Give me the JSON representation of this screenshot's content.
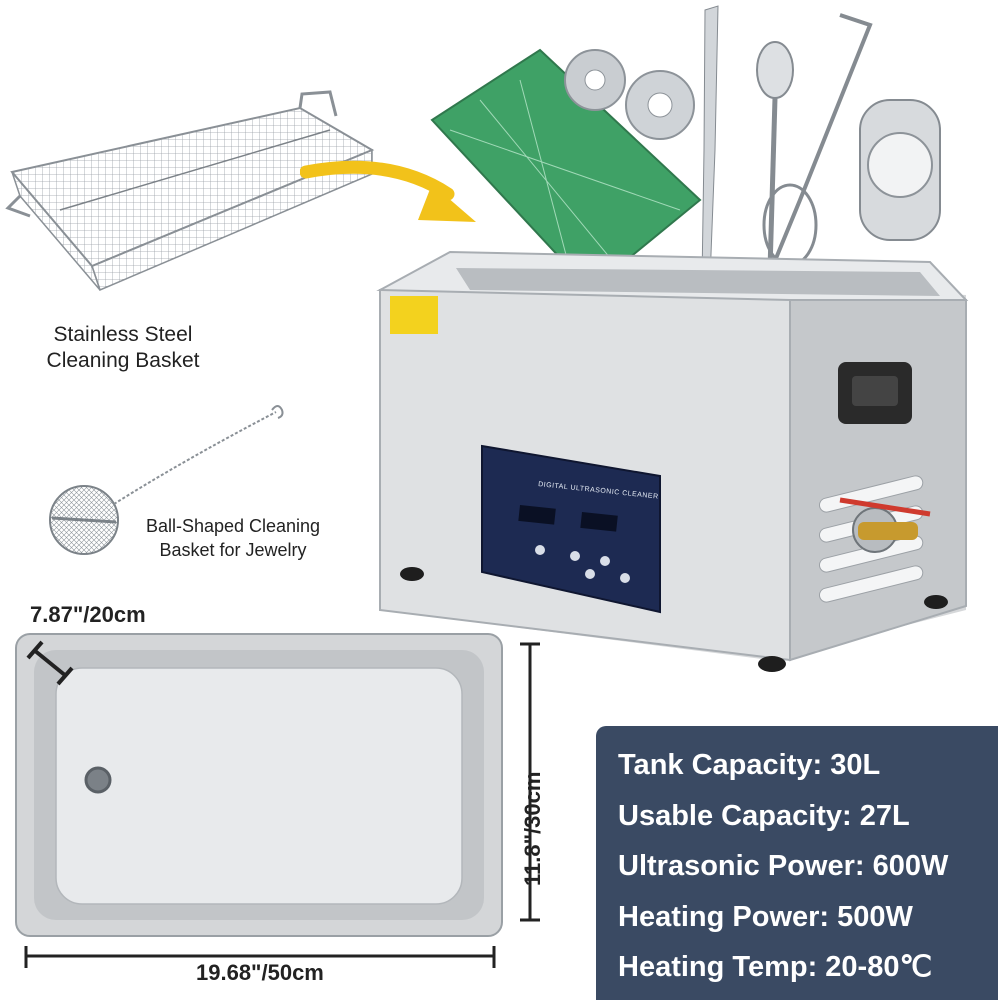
{
  "labels": {
    "basket_line1": "Stainless Steel",
    "basket_line2": "Cleaning Basket",
    "ball_line1": "Ball-Shaped Cleaning",
    "ball_line2": "Basket for Jewelry"
  },
  "dimensions": {
    "depth": "7.87\"/20cm",
    "width": "19.68\"/50cm",
    "height": "11.8\"/30cm"
  },
  "device": {
    "panel_title": "DIGITAL ULTRASONIC CLEANER"
  },
  "specs": [
    {
      "label": "Tank Capacity: 30L"
    },
    {
      "label": "Usable Capacity: 27L"
    },
    {
      "label": "Ultrasonic Power: 600W"
    },
    {
      "label": "Heating Power: 500W"
    },
    {
      "label": "Heating Temp: 20-80℃"
    }
  ],
  "colors": {
    "spec_panel": "#3a4a63",
    "arrow": "#f2c21a",
    "steel": "#d6d8da",
    "control_panel": "#1d2a52",
    "circuit_board": "#2f9a5a",
    "warning_label": "#f3d21e"
  },
  "icons": [
    "curved-arrow-icon",
    "valve-icon",
    "handle-icon"
  ]
}
